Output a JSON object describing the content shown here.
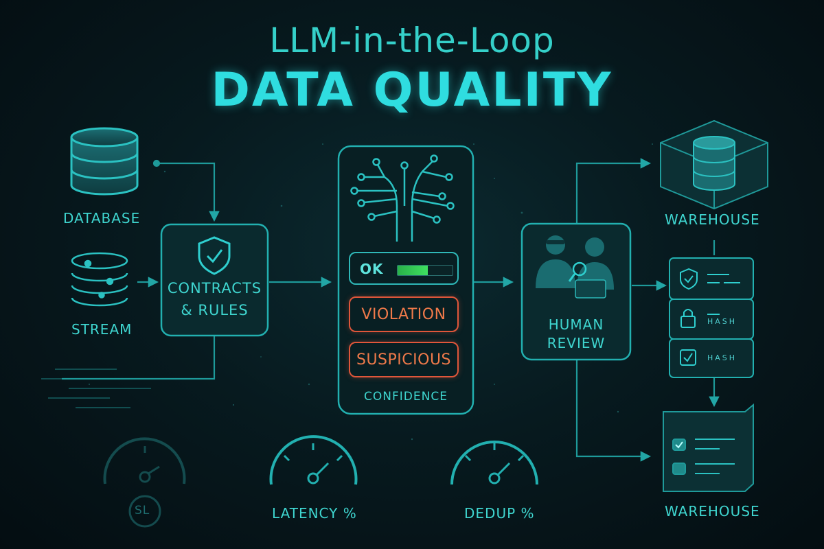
{
  "title": {
    "line1": "LLM-in-the-Loop",
    "line2": "DATA QUALITY"
  },
  "sources": {
    "database": "DATABASE",
    "stream": "STREAM"
  },
  "contracts": {
    "line1": "CONTRACTS",
    "line2": "& RULES"
  },
  "classifier": {
    "ok_label": "OK",
    "ok_confidence": 0.55,
    "violation_label": "VIOLATION",
    "suspicious_label": "SUSPICIOUS",
    "confidence_label": "CONFIDENCE"
  },
  "review": {
    "line1": "HUMAN",
    "line2": "REVIEW"
  },
  "ledger": {
    "hash_1": "HASH",
    "hash_2": "HASH"
  },
  "outputs": {
    "warehouse_top": "WAREHOUSE",
    "warehouse_bottom": "WAREHOUSE"
  },
  "gauges": {
    "sla": "SL",
    "latency": "LATENCY %",
    "dedup": "DEDUP %"
  },
  "colors": {
    "accent": "#2fdde0",
    "line": "#1e9a9a",
    "warn": "#e0563a",
    "ok": "#3fe060"
  }
}
